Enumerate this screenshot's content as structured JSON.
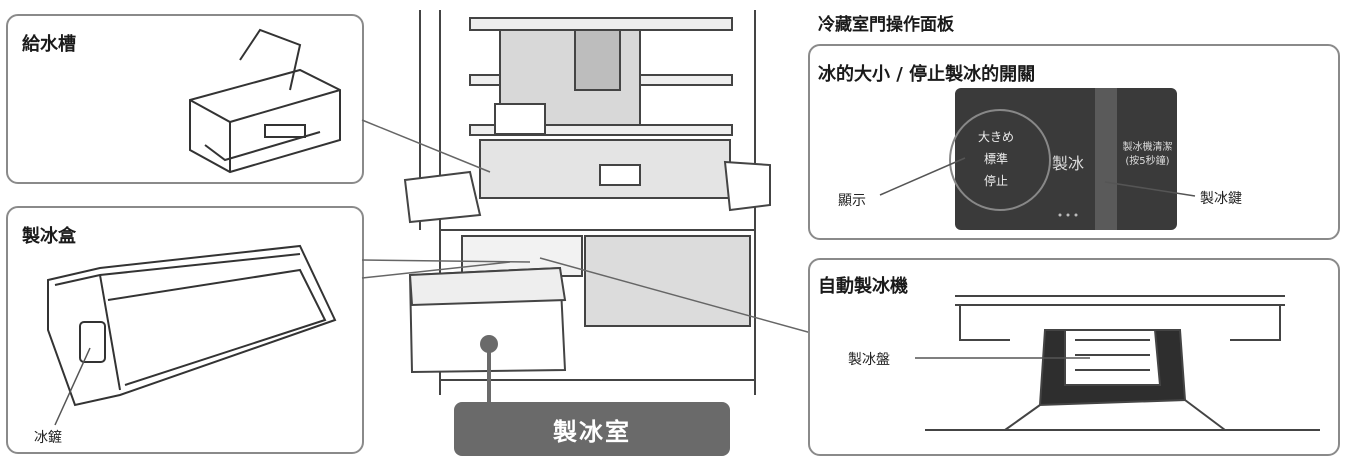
{
  "panels": {
    "water_tank": {
      "title": "給水槽"
    },
    "ice_box": {
      "title": "製冰盒",
      "callout_ice_key": "冰鏟"
    },
    "control_header": "冷藏室門操作面板",
    "control": {
      "title": "冰的大小 / 停止製冰的開關",
      "display_options": [
        "大きめ",
        "標準",
        "停止"
      ],
      "panel_label": "製冰",
      "reset_hint_line1": "製冰機清潔",
      "reset_hint_line2": "(按5秒鐘)",
      "callout_display": "顯示",
      "callout_key": "製冰鍵"
    },
    "auto_ice": {
      "title": "自動製冰機",
      "callout_tray": "製冰盤"
    }
  },
  "ice_room_label": "製冰室",
  "colors": {
    "frame": "#8a8a8a",
    "label_bg": "#6a6a6a",
    "panel_dark": "#3a3a3a",
    "line": "#555555"
  }
}
